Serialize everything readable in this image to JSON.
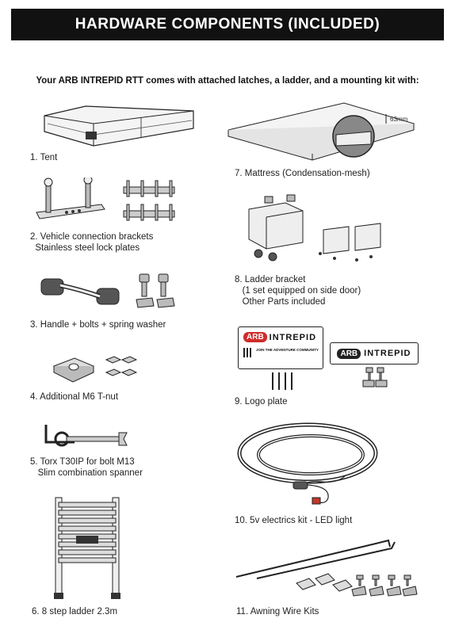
{
  "header": {
    "title": "HARDWARE COMPONENTS (INCLUDED)"
  },
  "intro": "Your ARB INTREPID RTT comes with attached latches, a ladder, and a mounting kit with:",
  "items": [
    {
      "lines": [
        "1. Tent"
      ]
    },
    {
      "lines": [
        "2. Vehicle connection brackets",
        "  Stainless steel lock plates"
      ]
    },
    {
      "lines": [
        "3. Handle + bolts + spring washer"
      ]
    },
    {
      "lines": [
        "4. Additional M6 T-nut"
      ]
    },
    {
      "lines": [
        "5. Torx T30IP for bolt M13",
        "   Slim combination spanner"
      ]
    },
    {
      "lines": [
        "6. 8 step ladder 2.3m"
      ]
    },
    {
      "lines": [
        "7. Mattress (Condensation-mesh)"
      ]
    },
    {
      "lines": [
        "8. Ladder bracket",
        "   (1 set equipped on side door)",
        "   Other Parts included"
      ]
    },
    {
      "lines": [
        "9. Logo plate"
      ]
    },
    {
      "lines": [
        "10. 5v electrics kit - LED light"
      ]
    },
    {
      "lines": [
        "11. Awning Wire Kits"
      ]
    }
  ],
  "mattress_dimension": "63mm",
  "logo_plate": {
    "brand": "ARB",
    "name": "INTREPID",
    "tagline": "JOIN THE ADVENTURE COMMUNITY"
  },
  "icons": [
    "tent-illustration",
    "bracket-illustration",
    "handle-illustration",
    "tnut-illustration",
    "tools-illustration",
    "ladder-illustration",
    "mattress-illustration",
    "ladder-bracket-illustration",
    "logo-plate-illustration",
    "led-kit-illustration",
    "awning-wire-illustration"
  ]
}
